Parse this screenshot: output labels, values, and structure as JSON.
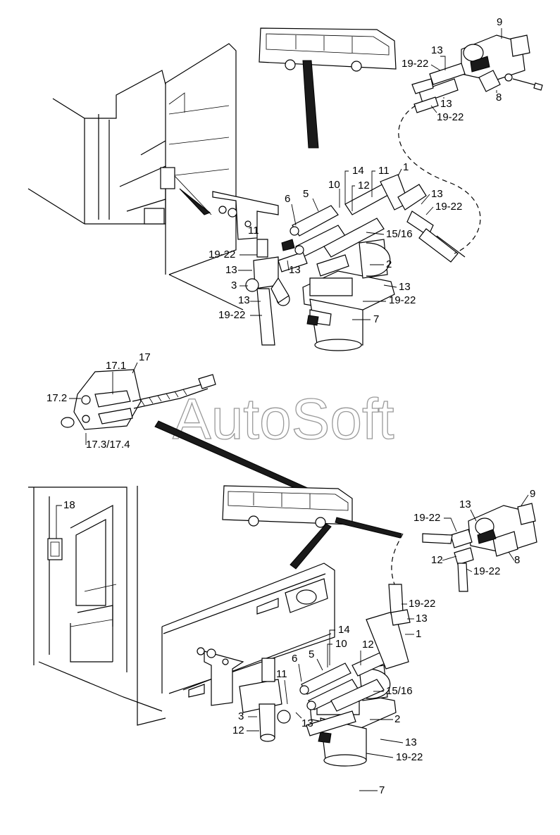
{
  "watermark": "AutoSoft",
  "callouts": {
    "top": {
      "c9": "9",
      "c13a": "13",
      "c1922a": "19-22",
      "c13b": "13",
      "c1922b": "19-22",
      "c8": "8",
      "c14": "14",
      "c11a": "11",
      "c1": "1",
      "c10": "10",
      "c12": "12",
      "c5": "5",
      "c6": "6",
      "c13c": "13",
      "c1922c": "19-22",
      "c1516": "15/16",
      "c11b": "11",
      "c1922d": "19-22",
      "c13d": "13",
      "c13e": "13",
      "c2": "2",
      "c3": "3",
      "c13f": "13",
      "c13g": "13",
      "c1922e": "19-22",
      "c1922f": "19-22",
      "c7": "7"
    },
    "middle": {
      "c171": "17.1",
      "c17": "17",
      "c172": "17.2",
      "c17374": "17.3/17.4"
    },
    "bottom": {
      "c18": "18",
      "c9": "9",
      "c1922a": "19-22",
      "c13a": "13",
      "c12a": "12",
      "c8": "8",
      "c1922b": "19-22",
      "c1922c": "19-22",
      "c13b": "13",
      "c1": "1",
      "c14": "14",
      "c10": "10",
      "c12b": "12",
      "c5": "5",
      "c6": "6",
      "c11": "11",
      "c1516": "15/16",
      "c3": "3",
      "c13c": "13",
      "c2": "2",
      "c12c": "12",
      "c13d": "13",
      "c1922d": "19-22",
      "c7": "7"
    }
  },
  "icons": {
    "bus_top": "bus-icon",
    "bus_bottom": "bus-icon",
    "filter_top": "fuel-filter-icon",
    "filter_bottom": "fuel-filter-icon",
    "valve_top": "valve-icon",
    "valve_bottom": "valve-icon",
    "cable": "cable-icon"
  }
}
